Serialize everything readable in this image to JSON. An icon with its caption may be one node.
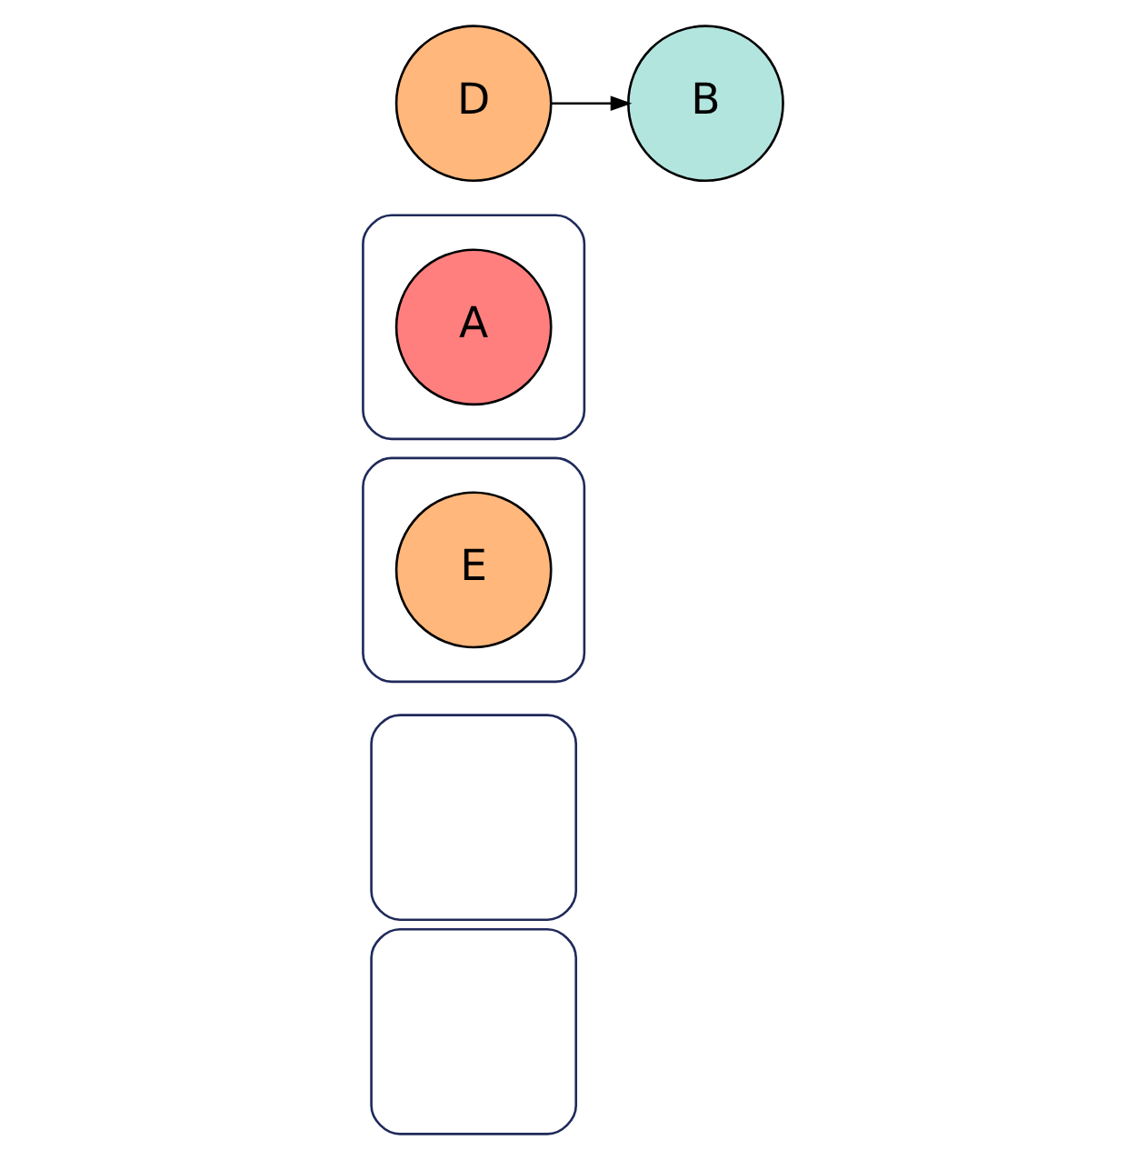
{
  "diagram": {
    "nodes": [
      {
        "text": [],
        "shape": "box"
      },
      {
        "text": [],
        "shape": "box"
      },
      {
        "text": [],
        "shape": "box"
      },
      {
        "text": [
          "E"
        ],
        "in": 2
      },
      {
        "text": [],
        "shape": "box"
      },
      {
        "text": [
          "A"
        ],
        "in": 4
      },
      {
        "text": [
          "D"
        ]
      },
      {
        "text": [
          "B"
        ]
      }
    ],
    "edges": [
      {
        "from": 6,
        "to": 7,
        "arrow": "to"
      }
    ]
  }
}
